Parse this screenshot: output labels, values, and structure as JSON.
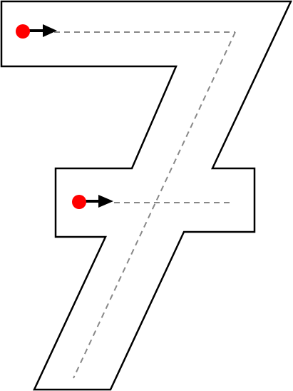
{
  "figure": {
    "glyph": "7",
    "colors": {
      "outline": "#000000",
      "fill": "#ffffff",
      "guide_line": "#888888",
      "start_dot": "#ff0000",
      "arrow": "#000000"
    },
    "strokes": [
      {
        "id": "stroke-1",
        "start_marker": "red-dot-icon",
        "direction_icon": "arrow-right-icon"
      },
      {
        "id": "stroke-2",
        "start_marker": "red-dot-icon",
        "direction_icon": "arrow-right-icon"
      }
    ]
  }
}
